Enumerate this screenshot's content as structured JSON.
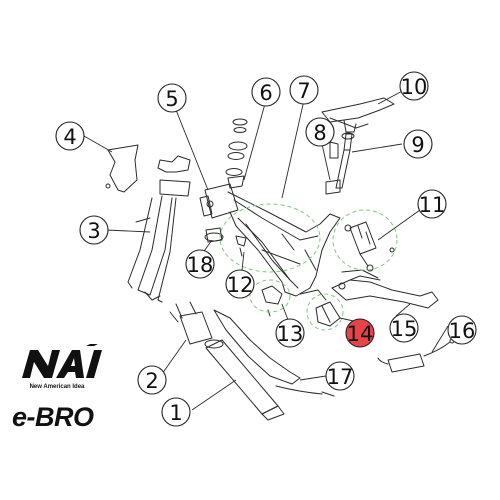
{
  "brand": {
    "logo_letters": "NAI",
    "name": "New American Idea",
    "product": "e-BRO"
  },
  "callouts": [
    {
      "id": "1",
      "label": "1"
    },
    {
      "id": "2",
      "label": "2"
    },
    {
      "id": "3",
      "label": "3"
    },
    {
      "id": "4",
      "label": "4"
    },
    {
      "id": "5",
      "label": "5"
    },
    {
      "id": "6",
      "label": "6"
    },
    {
      "id": "7",
      "label": "7"
    },
    {
      "id": "8",
      "label": "8"
    },
    {
      "id": "9",
      "label": "9"
    },
    {
      "id": "10",
      "label": "10"
    },
    {
      "id": "11",
      "label": "11"
    },
    {
      "id": "12",
      "label": "12"
    },
    {
      "id": "13",
      "label": "13"
    },
    {
      "id": "14",
      "label": "14",
      "highlighted": true
    },
    {
      "id": "15",
      "label": "15"
    },
    {
      "id": "16",
      "label": "16"
    },
    {
      "id": "17",
      "label": "17"
    },
    {
      "id": "18",
      "label": "18"
    }
  ],
  "colors": {
    "line": "#2b2b2b",
    "callout_highlight": "#e8434a",
    "detail_circle": "#7fc97f"
  }
}
